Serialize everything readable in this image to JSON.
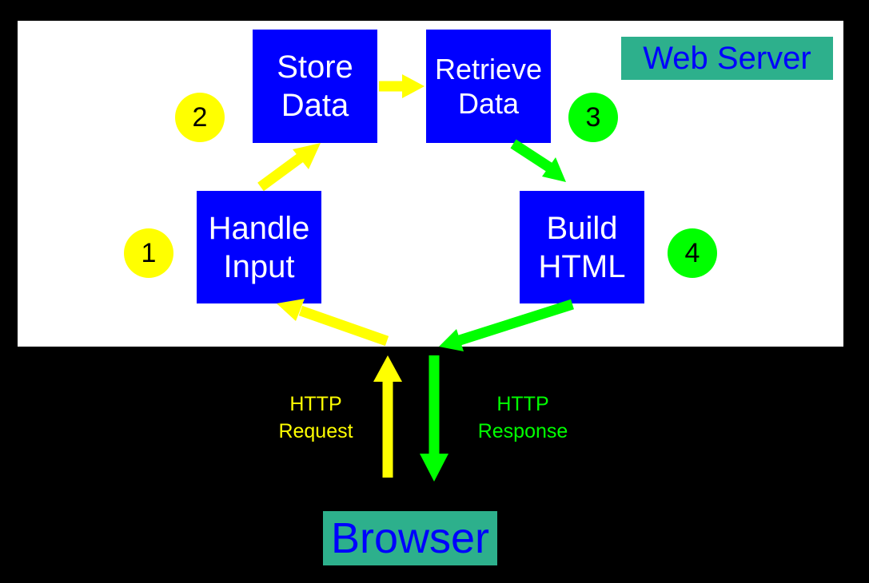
{
  "server_label": "Web Server",
  "browser_label": "Browser",
  "steps": {
    "handle_input": {
      "number": "1",
      "line1": "Handle",
      "line2": "Input"
    },
    "store_data": {
      "number": "2",
      "line1": "Store",
      "line2": "Data"
    },
    "retrieve_data": {
      "number": "3",
      "line1": "Retrieve",
      "line2": "Data"
    },
    "build_html": {
      "number": "4",
      "line1": "Build",
      "line2": "HTML"
    }
  },
  "http_request": {
    "line1": "HTTP",
    "line2": "Request"
  },
  "http_response": {
    "line1": "HTTP",
    "line2": "Response"
  },
  "colors": {
    "background": "#000000",
    "server_panel": "#ffffff",
    "step_box": "#0000ff",
    "step_text": "#ffffff",
    "request_yellow": "#ffff00",
    "response_green": "#00ff00",
    "tag_teal": "#2db08c",
    "tag_text": "#0000ff"
  }
}
